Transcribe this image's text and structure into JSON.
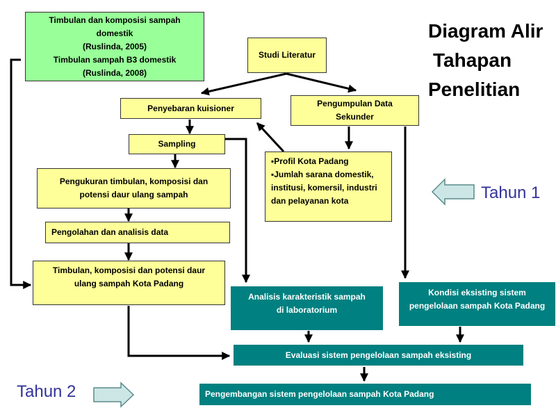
{
  "title": {
    "line1": "Diagram Alir",
    "line2": "Tahapan",
    "line3": "Penelitian"
  },
  "boxes": {
    "timbulan_ref": "Timbulan dan komposisi sampah\ndomestik\n(Ruslinda, 2005)\nTimbulan sampah B3 domestik\n(Ruslinda, 2008)",
    "studi_literatur": "Studi Literatur",
    "penyebaran_kuisioner": "Penyebaran kuisioner",
    "pengumpulan_data": "Pengumpulan Data\nSekunder",
    "sampling": "Sampling",
    "pengukuran": "Pengukuran timbulan, komposisi dan\npotensi daur ulang sampah",
    "pengolahan": "Pengolahan dan analisis data",
    "timbulan_padang": "Timbulan, komposisi dan potensi daur\nulang sampah Kota Padang",
    "analisis_lab": "Analisis karakteristik sampah\ndi laboratorium",
    "kondisi_eksisting": "Kondisi eksisting sistem\npengelolaan sampah Kota Padang",
    "evaluasi": "Evaluasi sistem pengelolaan sampah eksisting",
    "pengembangan": "Pengembangan sistem pengelolaan sampah Kota Padang"
  },
  "profil_list": [
    "▪Profil Kota Padang",
    "▪Jumlah sarana domestik,",
    "institusi, komersil, industri",
    "dan pelayanan kota"
  ],
  "labels": {
    "tahun1": "Tahun 1",
    "tahun2": "Tahun 2"
  },
  "colors": {
    "yellow": "#ffff99",
    "green": "#99ff99",
    "teal": "#008080",
    "arrow_fill": "#cce6e6"
  }
}
